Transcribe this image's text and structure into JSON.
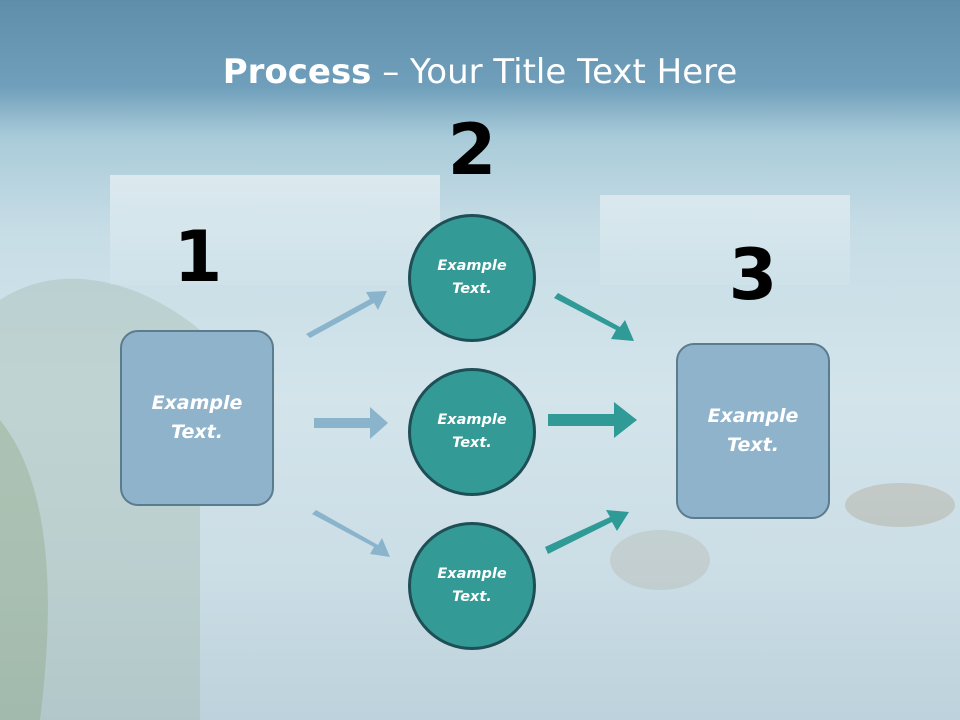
{
  "slide": {
    "title_bold": "Process",
    "title_rest": " – Your Title Text Here",
    "step_numbers": [
      "1",
      "2",
      "3"
    ],
    "left_box_text": "Example\nText.",
    "right_box_text": "Example\nText.",
    "circles": [
      "Example\nText.",
      "Example\nText.",
      "Example\nText."
    ]
  },
  "colors": {
    "box_fill": "#8fb3cb",
    "circle_fill": "#349a96",
    "arrow_light": "#8ab4cc",
    "arrow_teal": "#2f9a96"
  }
}
